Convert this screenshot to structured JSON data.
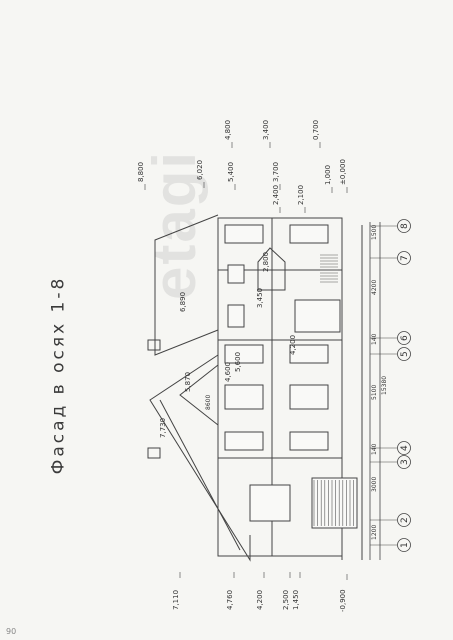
{
  "title": "Фасад в осях 1-8",
  "watermark": "etagi",
  "corner_mark": "90",
  "bottom_levels": [
    "7,110",
    "4,760",
    "4,200",
    "2,500",
    "1,450",
    "-0,900"
  ],
  "top_levels": [
    "8,800",
    "6,020",
    "5,400",
    "3,700",
    "2,400",
    "2,100",
    "1,000",
    "±0,000",
    "4,800",
    "3,400",
    "0,700"
  ],
  "mid_levels": [
    "7,730",
    "6,890",
    "5,870",
    "5,600",
    "4,600",
    "3,450",
    "2,800",
    "4,200"
  ],
  "axes": [
    "1",
    "2",
    "3",
    "4",
    "5",
    "6",
    "7",
    "8"
  ],
  "dims": [
    "1200",
    "3000",
    "5100",
    "4200",
    "1500",
    "140",
    "140",
    "15380"
  ],
  "note": "8600"
}
